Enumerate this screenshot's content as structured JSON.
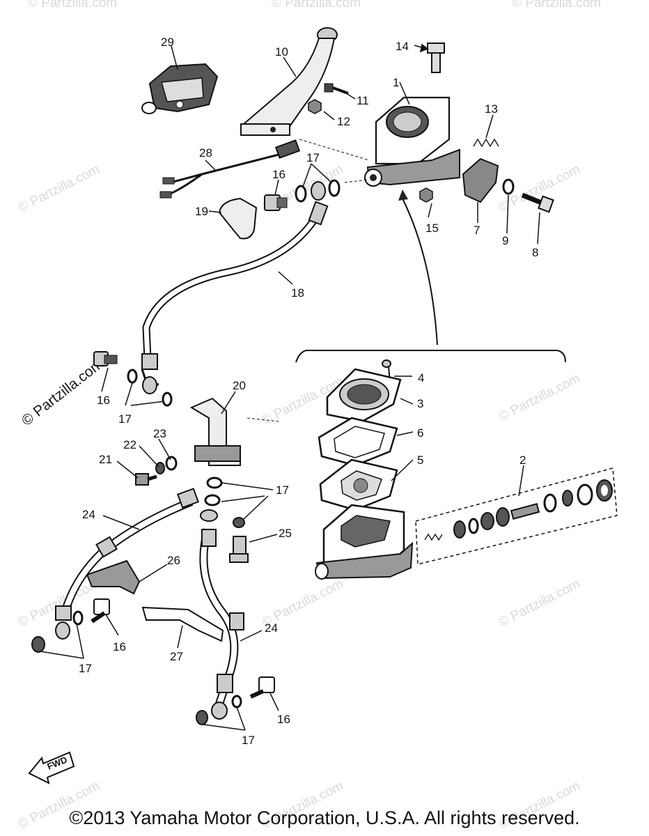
{
  "watermark_text": "© Partzilla.com",
  "copyright": "©2013 Yamaha Motor Corporation, U.S.A. All rights reserved.",
  "fwd_label": "FWD",
  "callouts": [
    "1",
    "2",
    "3",
    "4",
    "5",
    "6",
    "7",
    "8",
    "9",
    "10",
    "11",
    "12",
    "13",
    "14",
    "15",
    "16",
    "17",
    "18",
    "19",
    "20",
    "21",
    "22",
    "23",
    "24",
    "25",
    "26",
    "27",
    "28",
    "29"
  ]
}
